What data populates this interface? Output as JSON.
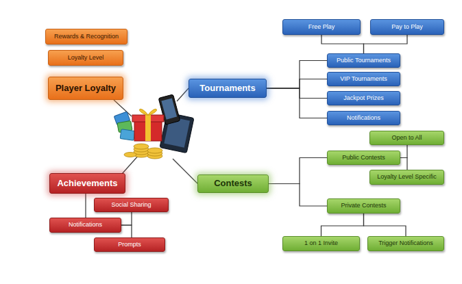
{
  "diagram": {
    "nodes": [
      {
        "text": [
          "Rewards & Recognition"
        ]
      },
      {
        "text": [
          "Loyalty Level"
        ]
      },
      {
        "text": [
          "Player Loyalty"
        ]
      },
      {
        "text": [
          "Free Play"
        ]
      },
      {
        "text": [
          "Pay to Play"
        ]
      },
      {
        "text": [
          "Tournaments"
        ]
      },
      {
        "text": [
          "Public Tournaments"
        ]
      },
      {
        "text": [
          "VIP Tournaments"
        ]
      },
      {
        "text": [
          "Jackpot Prizes"
        ]
      },
      {
        "text": [
          "Notifications"
        ]
      },
      {
        "text": [
          "Open to All"
        ]
      },
      {
        "text": [
          "Public Contests"
        ]
      },
      {
        "text": [
          "Contests"
        ]
      },
      {
        "text": [
          "Loyalty Level Specific"
        ]
      },
      {
        "text": [
          "Private Contests"
        ]
      },
      {
        "text": [
          "Achievements"
        ]
      },
      {
        "text": [
          "Social Sharing"
        ]
      },
      {
        "text": [
          "Notifications"
        ]
      },
      {
        "text": [
          "Prompts"
        ]
      },
      {
        "text": [
          "1 on 1 Invite"
        ]
      },
      {
        "text": [
          "Trigger Notifications"
        ]
      }
    ],
    "edges": [
      {
        "from": 3,
        "to": 6,
        "arrow": "none"
      },
      {
        "from": 4,
        "to": 6,
        "arrow": "none"
      },
      {
        "from": 5,
        "to": 6,
        "arrow": "none"
      },
      {
        "from": 5,
        "to": 7,
        "arrow": "none"
      },
      {
        "from": 5,
        "to": 8,
        "arrow": "none"
      },
      {
        "from": 5,
        "to": 9,
        "arrow": "none"
      },
      {
        "from": 11,
        "to": 10,
        "arrow": "none"
      },
      {
        "from": 11,
        "to": 13,
        "arrow": "none"
      },
      {
        "from": 12,
        "to": 11,
        "arrow": "none"
      },
      {
        "from": 12,
        "to": 14,
        "arrow": "none"
      },
      {
        "from": 15,
        "to": 17,
        "arrow": "none"
      },
      {
        "from": 17,
        "to": 16,
        "arrow": "none"
      },
      {
        "from": 17,
        "to": 18,
        "arrow": "none"
      },
      {
        "from": 14,
        "to": 19,
        "arrow": "none"
      },
      {
        "from": 14,
        "to": 20,
        "arrow": "none"
      }
    ]
  }
}
